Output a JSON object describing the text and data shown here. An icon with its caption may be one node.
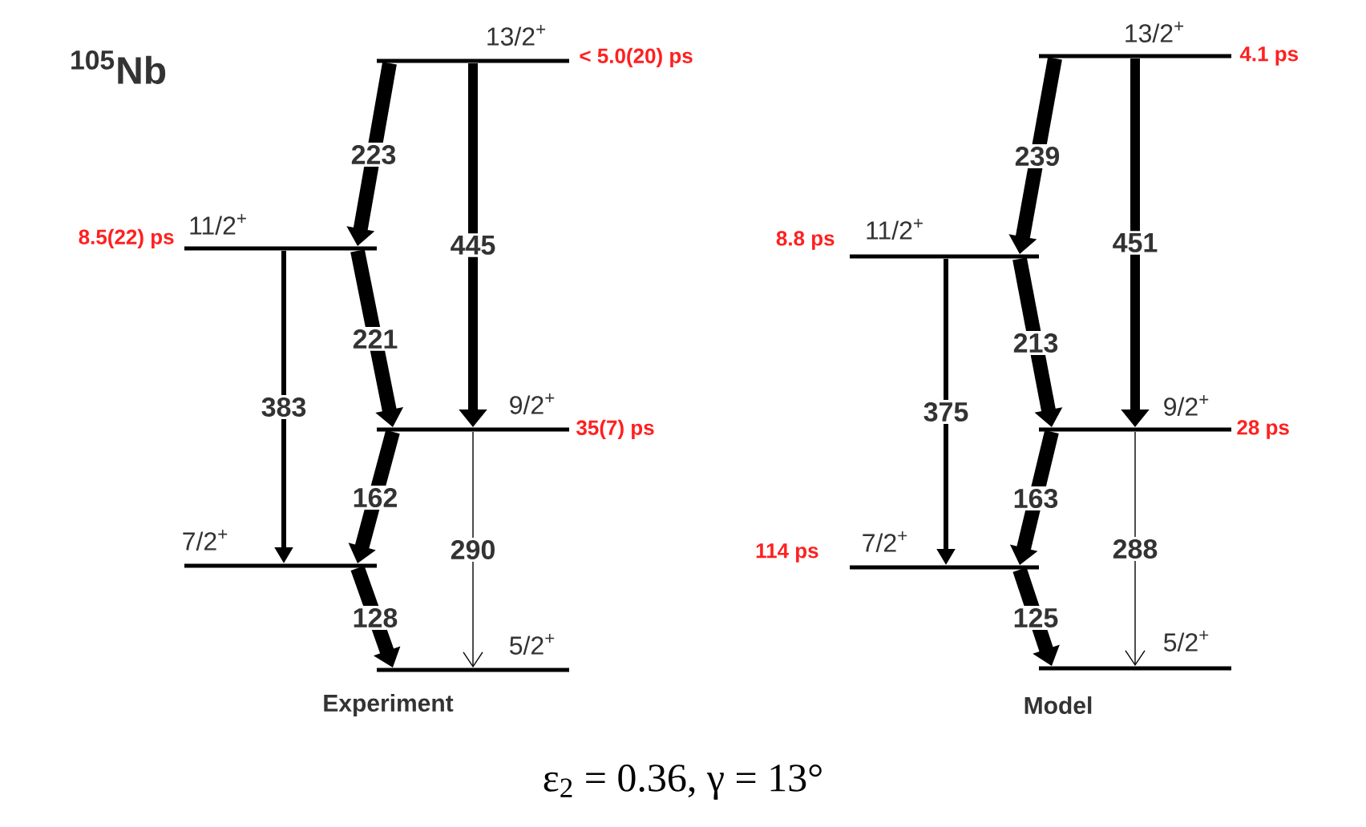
{
  "diagram": {
    "title": "$^{105}$Nb",
    "caption": "ε$_{2}$ = 0.36, γ = 13°",
    "nodes": [
      {
        "text": [
          "13/2$^{+}$"
        ],
        "beside": [
          "< 5.0(20) ps"
        ]
      },
      {
        "text": [
          "11/2$^{+}$"
        ],
        "beside": [
          "8.5(22) ps"
        ]
      },
      {
        "text": [
          "9/2$^{+}$"
        ],
        "beside": [
          "35(7) ps"
        ]
      },
      {
        "text": [
          "7/2$^{+}$"
        ]
      },
      {
        "text": [
          "5/2$^{+}$"
        ]
      },
      {
        "text": [
          "13/2$^{+}$"
        ],
        "beside": [
          "4.1 ps"
        ]
      },
      {
        "text": [
          "11/2$^{+}$"
        ],
        "beside": [
          "8.8 ps"
        ]
      },
      {
        "text": [
          "9/2$^{+}$"
        ],
        "beside": [
          "28 ps"
        ]
      },
      {
        "text": [
          "7/2$^{+}$"
        ],
        "beside": [
          "114 ps"
        ]
      },
      {
        "text": [
          "5/2$^{+}$"
        ]
      }
    ],
    "edges": [
      {
        "from": 0,
        "to": 1,
        "arrow": "to",
        "label": "223"
      },
      {
        "from": 0,
        "to": 2,
        "arrow": "to",
        "label": "445"
      },
      {
        "from": 1,
        "to": 2,
        "arrow": "to",
        "label": "221"
      },
      {
        "from": 1,
        "to": 3,
        "arrow": "to",
        "label": "383"
      },
      {
        "from": 2,
        "to": 3,
        "arrow": "to",
        "label": "162"
      },
      {
        "from": 2,
        "to": 4,
        "arrow": "to",
        "label": "290"
      },
      {
        "from": 3,
        "to": 4,
        "arrow": "to",
        "label": "128"
      },
      {
        "from": 5,
        "to": 6,
        "arrow": "to",
        "label": "239"
      },
      {
        "from": 5,
        "to": 7,
        "arrow": "to",
        "label": "451"
      },
      {
        "from": 6,
        "to": 7,
        "arrow": "to",
        "label": "213"
      },
      {
        "from": 6,
        "to": 8,
        "arrow": "to",
        "label": "375"
      },
      {
        "from": 7,
        "to": 8,
        "arrow": "to",
        "label": "163"
      },
      {
        "from": 7,
        "to": 9,
        "arrow": "to",
        "label": "288"
      },
      {
        "from": 8,
        "to": 9,
        "arrow": "to",
        "label": "125"
      }
    ],
    "labels": [
      "Experiment",
      "Model"
    ]
  }
}
